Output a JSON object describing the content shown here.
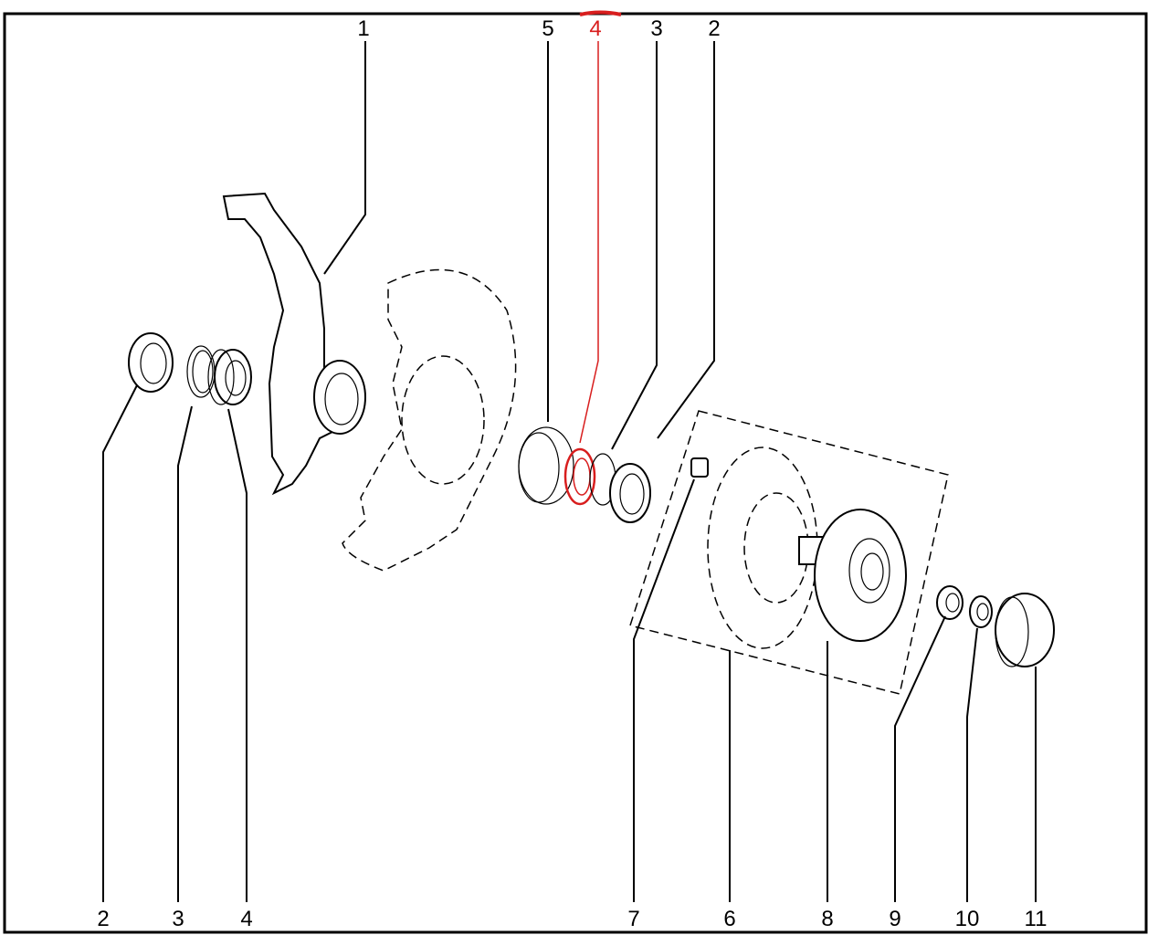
{
  "diagram": {
    "title": "Front wheel hub exploded view",
    "highlight_color": "#d81e1e",
    "callouts_top": [
      "1",
      "5",
      "4",
      "3",
      "2"
    ],
    "callouts_bottom": [
      "2",
      "3",
      "4",
      "7",
      "6",
      "8",
      "9",
      "10",
      "11"
    ],
    "highlighted_callout": "4"
  }
}
